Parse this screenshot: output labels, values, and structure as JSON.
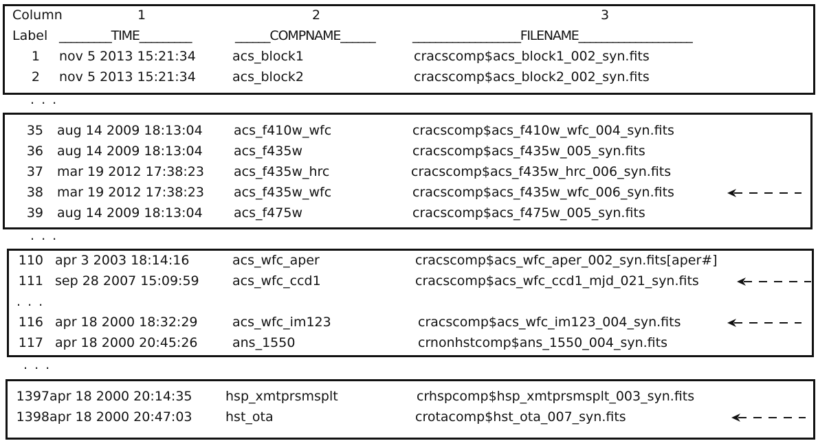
{
  "header": {
    "column_label": "Column",
    "col1_num": "1",
    "col2_num": "2",
    "col3_num": "3",
    "row_label": "Label",
    "time_head": "_________TIME_________",
    "compname_head": "______COMPNAME______",
    "filename_head": "___________________FILENAME____________________"
  },
  "ellipsis": ". . .",
  "groups": [
    {
      "rows": [
        {
          "label": "1",
          "time": "nov 5 2013 15:21:34",
          "compname": "acs_block1",
          "filename": "cracscomp$acs_block1_002_syn.fits",
          "arrow": false
        },
        {
          "label": "2",
          "time": "nov 5 2013 15:21:34",
          "compname": "acs_block2",
          "filename": "cracscomp$acs_block2_002_syn.fits",
          "arrow": false
        }
      ]
    },
    {
      "rows": [
        {
          "label": "35",
          "time": "aug 14 2009 18:13:04",
          "compname": "acs_f410w_wfc",
          "filename": "cracscomp$acs_f410w_wfc_004_syn.fits",
          "arrow": false
        },
        {
          "label": "36",
          "time": "aug 14 2009 18:13:04",
          "compname": "acs_f435w",
          "filename": "cracscomp$acs_f435w_005_syn.fits",
          "arrow": false
        },
        {
          "label": "37",
          "time": "mar 19 2012 17:38:23",
          "compname": "acs_f435w_hrc",
          "filename": "cracscomp$acs_f435w_hrc_006_syn.fits",
          "arrow": false
        },
        {
          "label": "38",
          "time": "mar 19 2012 17:38:23",
          "compname": "acs_f435w_wfc",
          "filename": "cracscomp$acs_f435w_wfc_006_syn.fits",
          "arrow": true
        },
        {
          "label": "39",
          "time": "aug 14 2009 18:13:04",
          "compname": "acs_f475w",
          "filename": "cracscomp$acs_f475w_005_syn.fits",
          "arrow": false
        }
      ]
    },
    {
      "rows": [
        {
          "label": "110",
          "time": "apr 3 2003 18:14:16",
          "compname": "acs_wfc_aper",
          "filename": "cracscomp$acs_wfc_aper_002_syn.fits[aper#]",
          "arrow": false
        },
        {
          "label": "111",
          "time": "sep 28 2007 15:09:59",
          "compname": "acs_wfc_ccd1",
          "filename": "cracscomp$acs_wfc_ccd1_mjd_021_syn.fits",
          "arrow": true
        },
        {
          "label": "116",
          "time": "apr 18 2000 18:32:29",
          "compname": "acs_wfc_im123",
          "filename": "cracscomp$acs_wfc_im123_004_syn.fits",
          "arrow": true
        },
        {
          "label": "117",
          "time": "apr 18 2000 20:45:26",
          "compname": "ans_1550",
          "filename": "crnonhstcomp$ans_1550_004_syn.fits",
          "arrow": false
        }
      ]
    },
    {
      "rows": [
        {
          "label": "1397",
          "time": "apr 18 2000 20:14:35",
          "compname": "hsp_xmtprsmsplt",
          "filename": "crhspcomp$hsp_xmtprsmsplt_003_syn.fits",
          "arrow": false
        },
        {
          "label": "1398",
          "time": "apr 18 2000 20:47:03",
          "compname": "hst_ota",
          "filename": "crotacomp$hst_ota_007_syn.fits",
          "arrow": true
        }
      ]
    }
  ]
}
